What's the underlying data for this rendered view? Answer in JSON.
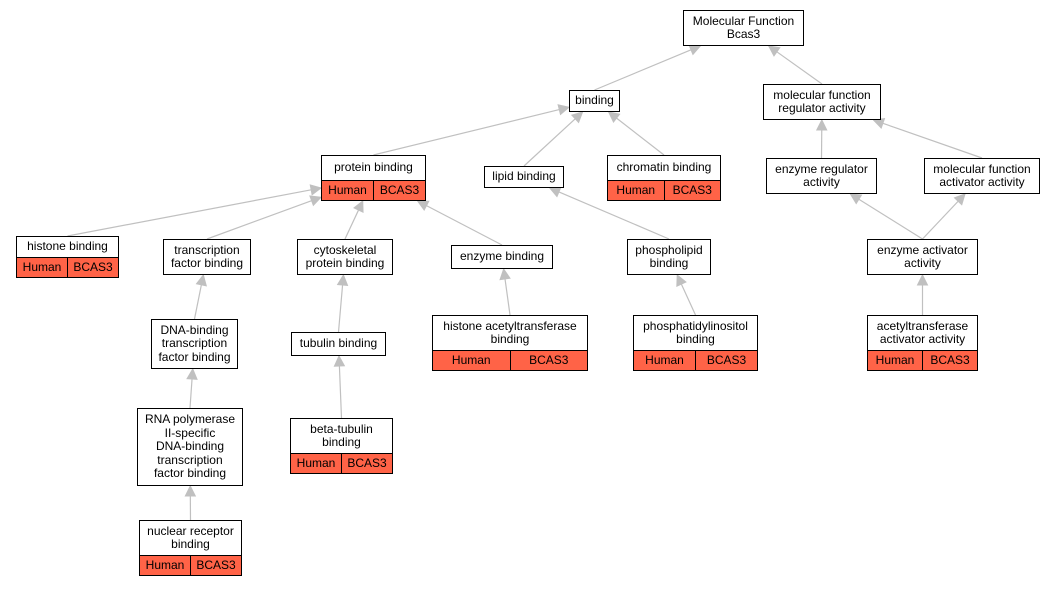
{
  "annotation": {
    "species": "Human",
    "gene": "BCAS3",
    "color": "#ff6347"
  },
  "edge_color": "#c0c0c0",
  "nodes": {
    "mf": {
      "label": "Molecular Function\nBcas3"
    },
    "binding": {
      "label": "binding"
    },
    "mf_regulator": {
      "label": "molecular function\nregulator activity"
    },
    "protein_binding": {
      "label": "protein binding",
      "annotated": true
    },
    "lipid_binding": {
      "label": "lipid binding"
    },
    "chromatin_binding": {
      "label": "chromatin binding",
      "annotated": true
    },
    "enzyme_regulator": {
      "label": "enzyme regulator\nactivity"
    },
    "mf_activator": {
      "label": "molecular function\nactivator activity"
    },
    "histone_binding": {
      "label": "histone binding",
      "annotated": true
    },
    "tf_binding": {
      "label": "transcription\nfactor binding"
    },
    "cytoskeletal_binding": {
      "label": "cytoskeletal\nprotein binding"
    },
    "enzyme_binding": {
      "label": "enzyme binding"
    },
    "phospholipid_binding": {
      "label": "phospholipid\nbinding"
    },
    "enzyme_activator": {
      "label": "enzyme activator\nactivity"
    },
    "dna_tf_binding": {
      "label": "DNA-binding\ntranscription\nfactor binding"
    },
    "tubulin_binding": {
      "label": "tubulin binding"
    },
    "hat_binding": {
      "label": "histone acetyltransferase\nbinding",
      "annotated": true
    },
    "pi_binding": {
      "label": "phosphatidylinositol\nbinding",
      "annotated": true
    },
    "acetyltransferase_activator": {
      "label": "acetyltransferase\nactivator activity",
      "annotated": true
    },
    "rnap2_tf_binding": {
      "label": "RNA polymerase\nII-specific\nDNA-binding\ntranscription\nfactor binding"
    },
    "beta_tubulin_binding": {
      "label": "beta-tubulin\nbinding",
      "annotated": true
    },
    "nuclear_receptor_binding": {
      "label": "nuclear receptor\nbinding",
      "annotated": true
    }
  },
  "edges": [
    [
      "binding",
      "mf"
    ],
    [
      "mf_regulator",
      "mf"
    ],
    [
      "protein_binding",
      "binding"
    ],
    [
      "lipid_binding",
      "binding"
    ],
    [
      "chromatin_binding",
      "binding"
    ],
    [
      "enzyme_regulator",
      "mf_regulator"
    ],
    [
      "mf_activator",
      "mf_regulator"
    ],
    [
      "histone_binding",
      "protein_binding"
    ],
    [
      "tf_binding",
      "protein_binding"
    ],
    [
      "cytoskeletal_binding",
      "protein_binding"
    ],
    [
      "enzyme_binding",
      "protein_binding"
    ],
    [
      "phospholipid_binding",
      "lipid_binding"
    ],
    [
      "enzyme_activator",
      "enzyme_regulator"
    ],
    [
      "enzyme_activator",
      "mf_activator"
    ],
    [
      "dna_tf_binding",
      "tf_binding"
    ],
    [
      "tubulin_binding",
      "cytoskeletal_binding"
    ],
    [
      "hat_binding",
      "enzyme_binding"
    ],
    [
      "pi_binding",
      "phospholipid_binding"
    ],
    [
      "acetyltransferase_activator",
      "enzyme_activator"
    ],
    [
      "rnap2_tf_binding",
      "dna_tf_binding"
    ],
    [
      "beta_tubulin_binding",
      "tubulin_binding"
    ],
    [
      "nuclear_receptor_binding",
      "rnap2_tf_binding"
    ]
  ]
}
